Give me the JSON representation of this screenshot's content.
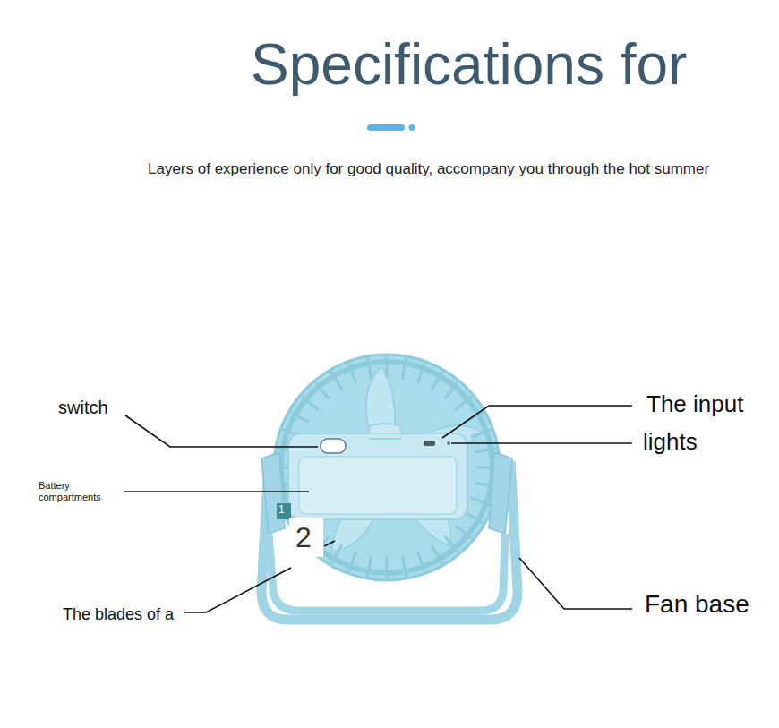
{
  "diagram": {
    "title": "Specifications for",
    "caption": "Layers of experience only for good quality, accompany you through the hot summer",
    "labels": [
      "switch",
      "The input",
      "lights",
      "Battery compartments",
      "1",
      "2",
      "The blades of a",
      "Fan base"
    ]
  }
}
